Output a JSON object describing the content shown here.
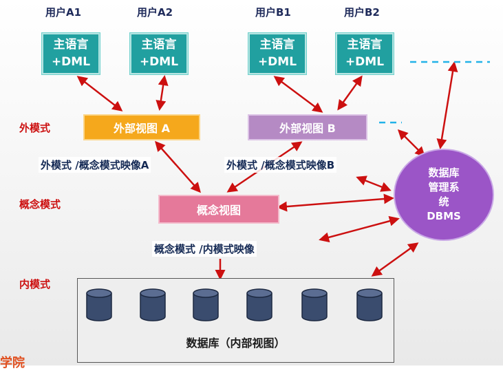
{
  "users": {
    "a1": "用户A1",
    "a2": "用户A2",
    "b1": "用户B1",
    "b2": "用户B2"
  },
  "host_language": {
    "line1": "主语言",
    "line2": "+DML"
  },
  "levels": {
    "external": "外模式",
    "conceptual": "概念模式",
    "internal": "内模式"
  },
  "views": {
    "external_a": "外部视图 A",
    "external_b": "外部视图 B",
    "conceptual": "概念视图"
  },
  "mappings": {
    "external_conceptual_a": "外模式 /概念模式映像A",
    "external_conceptual_b": "外模式 /概念模式映像B",
    "conceptual_internal": "概念模式 /内模式映像"
  },
  "dbms": {
    "line1": "数据库",
    "line2": "管理系",
    "line3": "统",
    "line4": "DBMS"
  },
  "database": {
    "caption": "数据库（内部视图）",
    "cylinder_count": 6
  },
  "watermark": "学院",
  "colors": {
    "host_box": "#21a0a0",
    "external_a": "#f5a81c",
    "external_b": "#b58ac4",
    "conceptual": "#e5799a",
    "dbms": "#9b55c7",
    "arrow": "#cc1010",
    "dashed": "#22b2e8",
    "cylinder": "#3a4c6e"
  },
  "icons": {
    "database": "database-cylinder-icon"
  }
}
